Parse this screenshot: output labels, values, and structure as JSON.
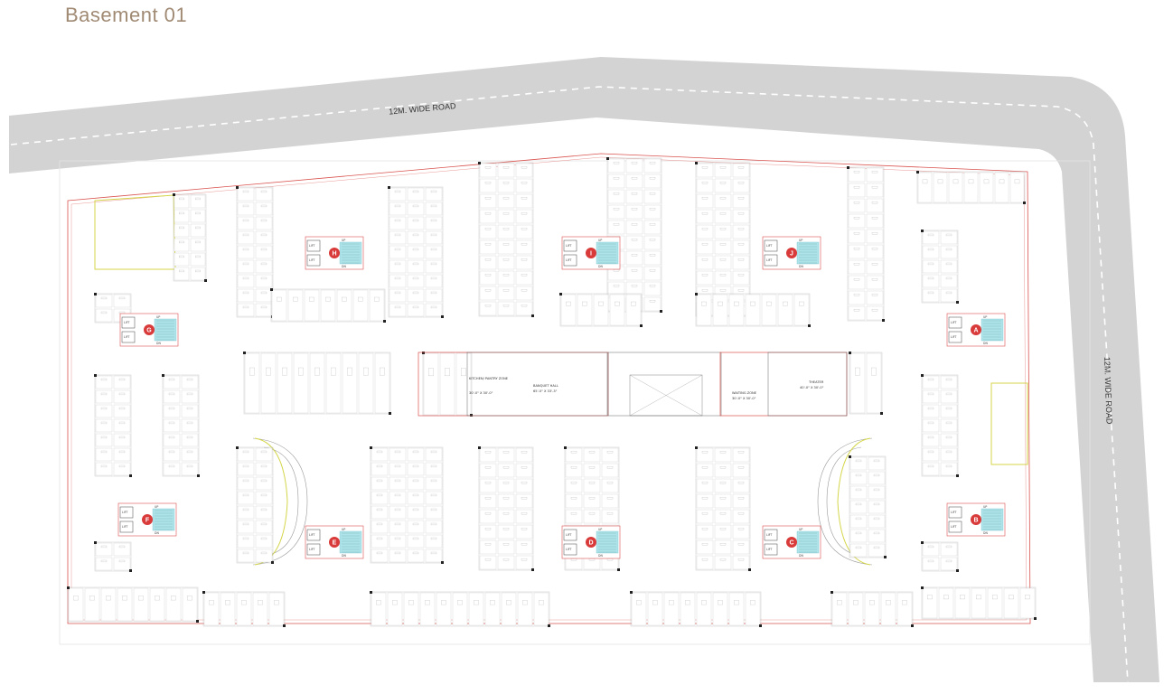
{
  "title": "Basement 01",
  "roads": {
    "top": "12M. WIDE ROAD",
    "right": "12M. WIDE ROAD"
  },
  "cores": [
    {
      "letter": "A"
    },
    {
      "letter": "B"
    },
    {
      "letter": "C"
    },
    {
      "letter": "D"
    },
    {
      "letter": "E"
    },
    {
      "letter": "F"
    },
    {
      "letter": "G"
    },
    {
      "letter": "H"
    },
    {
      "letter": "I"
    },
    {
      "letter": "J"
    }
  ],
  "zones": {
    "kitchen": "KITCHEN/ PANTRY ZONE",
    "kitchen_size": "30'-0\" X 30'-0\"",
    "banquet": "BANQUET HALL",
    "banquet_size": "65'-0\" X 33'-3\"",
    "waiting": "WAITING ZONE",
    "waiting_size": "30'-0\" X 30'-0\"",
    "theater": "THEATER",
    "theater_size": "40'-0\" X 30'-0\""
  },
  "core_labels": {
    "lift": "LIFT",
    "up": "UP",
    "dn": "DN"
  },
  "colors": {
    "title": "#a08a74",
    "road": "#d3d3d3",
    "boundary": "#d9534f",
    "core_marker": "#d93a3a",
    "stair_fill": "#aee3ea",
    "green_line": "#d4d64a"
  }
}
